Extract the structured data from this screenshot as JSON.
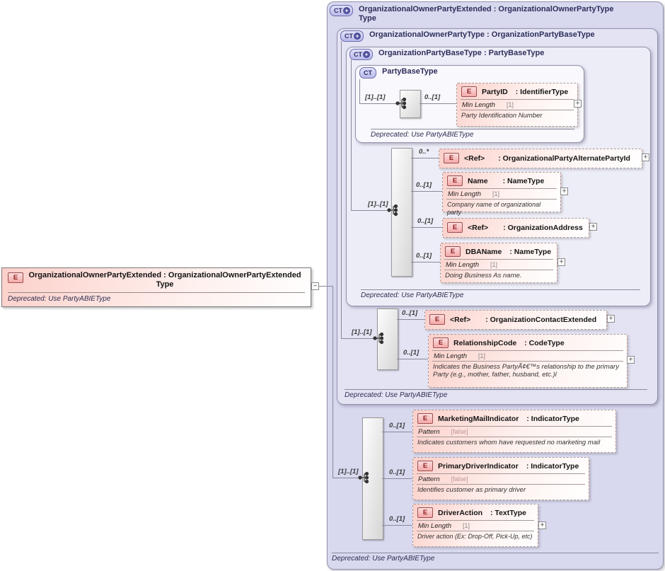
{
  "symbols": {
    "plus": "+",
    "minus": "−",
    "ct": "CT",
    "e": "E"
  },
  "root_element": {
    "title_line1": "OrganizationalOwnerPartyExtended : OrganizationalOwnerPartyExtended",
    "title_line2": "Type",
    "deprecated": "Deprecated: Use PartyABIEType"
  },
  "panels": {
    "outer": {
      "title_line1": "OrganizationalOwnerPartyExtended : OrganizationalOwnerPartyType",
      "title_line2": "Type",
      "deprecated": "Deprecated: Use PartyABIEType"
    },
    "owner_party_type": {
      "title": "OrganizationalOwnerPartyType : OrganizationPartyBaseType",
      "deprecated": "Deprecated: Use PartyABIEType"
    },
    "org_party_base": {
      "title": "OrganizationPartyBaseType : PartyBaseType",
      "deprecated": "Deprecated: Use PartyABIEType"
    },
    "party_base": {
      "title": "PartyBaseType",
      "deprecated": "Deprecated: Use PartyABIEType"
    }
  },
  "groups": {
    "g_party_base": {
      "cardinality": "[1]..[1]"
    },
    "g_org_party_base": {
      "cardinality": "[1]..[1]"
    },
    "g_owner_party_type": {
      "cardinality": "[1]..[1]"
    },
    "g_outer": {
      "cardinality": "[1]..[1]"
    }
  },
  "elements": {
    "party_id": {
      "cardinality": "0..[1]",
      "name": "PartyID",
      "type": ": IdentifierType",
      "facet_label": "Min Length",
      "facet_value": "[1]",
      "annotation": "Party Identification Number"
    },
    "alt_party_ref": {
      "cardinality": "0..*",
      "name": "<Ref>",
      "type": ": OrganizationalPartyAlternatePartyId"
    },
    "name": {
      "cardinality": "0..[1]",
      "name": "Name",
      "type": ": NameType",
      "facet_label": "Min Length",
      "facet_value": "[1]",
      "annotation": "Company name of organizational party"
    },
    "org_address_ref": {
      "cardinality": "0..[1]",
      "name": "<Ref>",
      "type": ": OrganizationAddress"
    },
    "dba_name": {
      "cardinality": "0..[1]",
      "name": "DBAName",
      "type": ": NameType",
      "facet_label": "Min Length",
      "facet_value": "[1]",
      "annotation": "Doing Business As name."
    },
    "contact_ref": {
      "cardinality": "0..[1]",
      "name": "<Ref>",
      "type": ": OrganizationContactExtended"
    },
    "relationship_code": {
      "cardinality": "0..[1]",
      "name": "RelationshipCode",
      "type": ": CodeType",
      "facet_label": "Min Length",
      "facet_value": "[1]",
      "annotation": "Indicates the Business PartyÃ¢€™s relationship to the primary Party (e.g., mother, father, husband, etc.)l"
    },
    "marketing_mail": {
      "cardinality": "0..[1]",
      "name": "MarketingMailIndicator",
      "type": ": IndicatorType",
      "facet_label": "Pattern",
      "facet_value": "[false]",
      "annotation": "Indicates customers whom have requested no marketing mail"
    },
    "primary_driver": {
      "cardinality": "0..[1]",
      "name": "PrimaryDriverIndicator",
      "type": ": IndicatorType",
      "facet_label": "Pattern",
      "facet_value": "[false]",
      "annotation": "Identifies customer as primary driver"
    },
    "driver_action": {
      "cardinality": "0..[1]",
      "name": "DriverAction",
      "type": ": TextType",
      "facet_label": "Min Length",
      "facet_value": "[1]",
      "annotation": "Driver action (Ex: Drop-Off, Pick-Up, etc)"
    }
  }
}
